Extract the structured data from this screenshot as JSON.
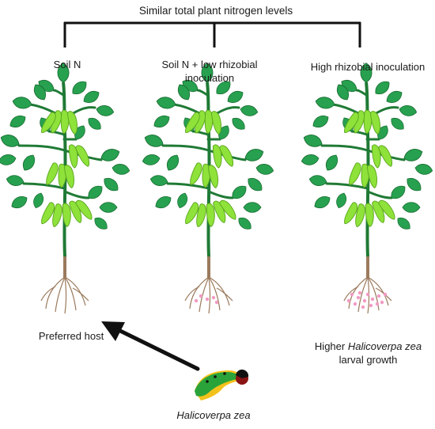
{
  "header": {
    "title": "Similar total plant nitrogen levels"
  },
  "plants": [
    {
      "label_lines": [
        "Soil N"
      ],
      "nodules": "none"
    },
    {
      "label_lines": [
        "Soil N + low rhizobial",
        "inoculation"
      ],
      "nodules": "few"
    },
    {
      "label_lines": [
        "High rhizobial inoculation"
      ],
      "nodules": "many"
    }
  ],
  "annotations": {
    "preferred_host": "Preferred host",
    "higher_prefix": "Higher",
    "species_name": "Halicoverpa zea",
    "larval_growth": "larval growth",
    "caterpillar_label": "Halicoverpa zea"
  },
  "colors": {
    "stem": "#1f7a35",
    "leaf": "#27a14f",
    "leaf_dark": "#1a6e33",
    "pod": "#8ee23a",
    "pod_dark": "#5aa51d",
    "root": "#9b7a5c",
    "nodule": "#f29bc3",
    "caterpillar_green": "#2aa33a",
    "caterpillar_yellow": "#f3c21b",
    "caterpillar_head": "#8a1414"
  }
}
